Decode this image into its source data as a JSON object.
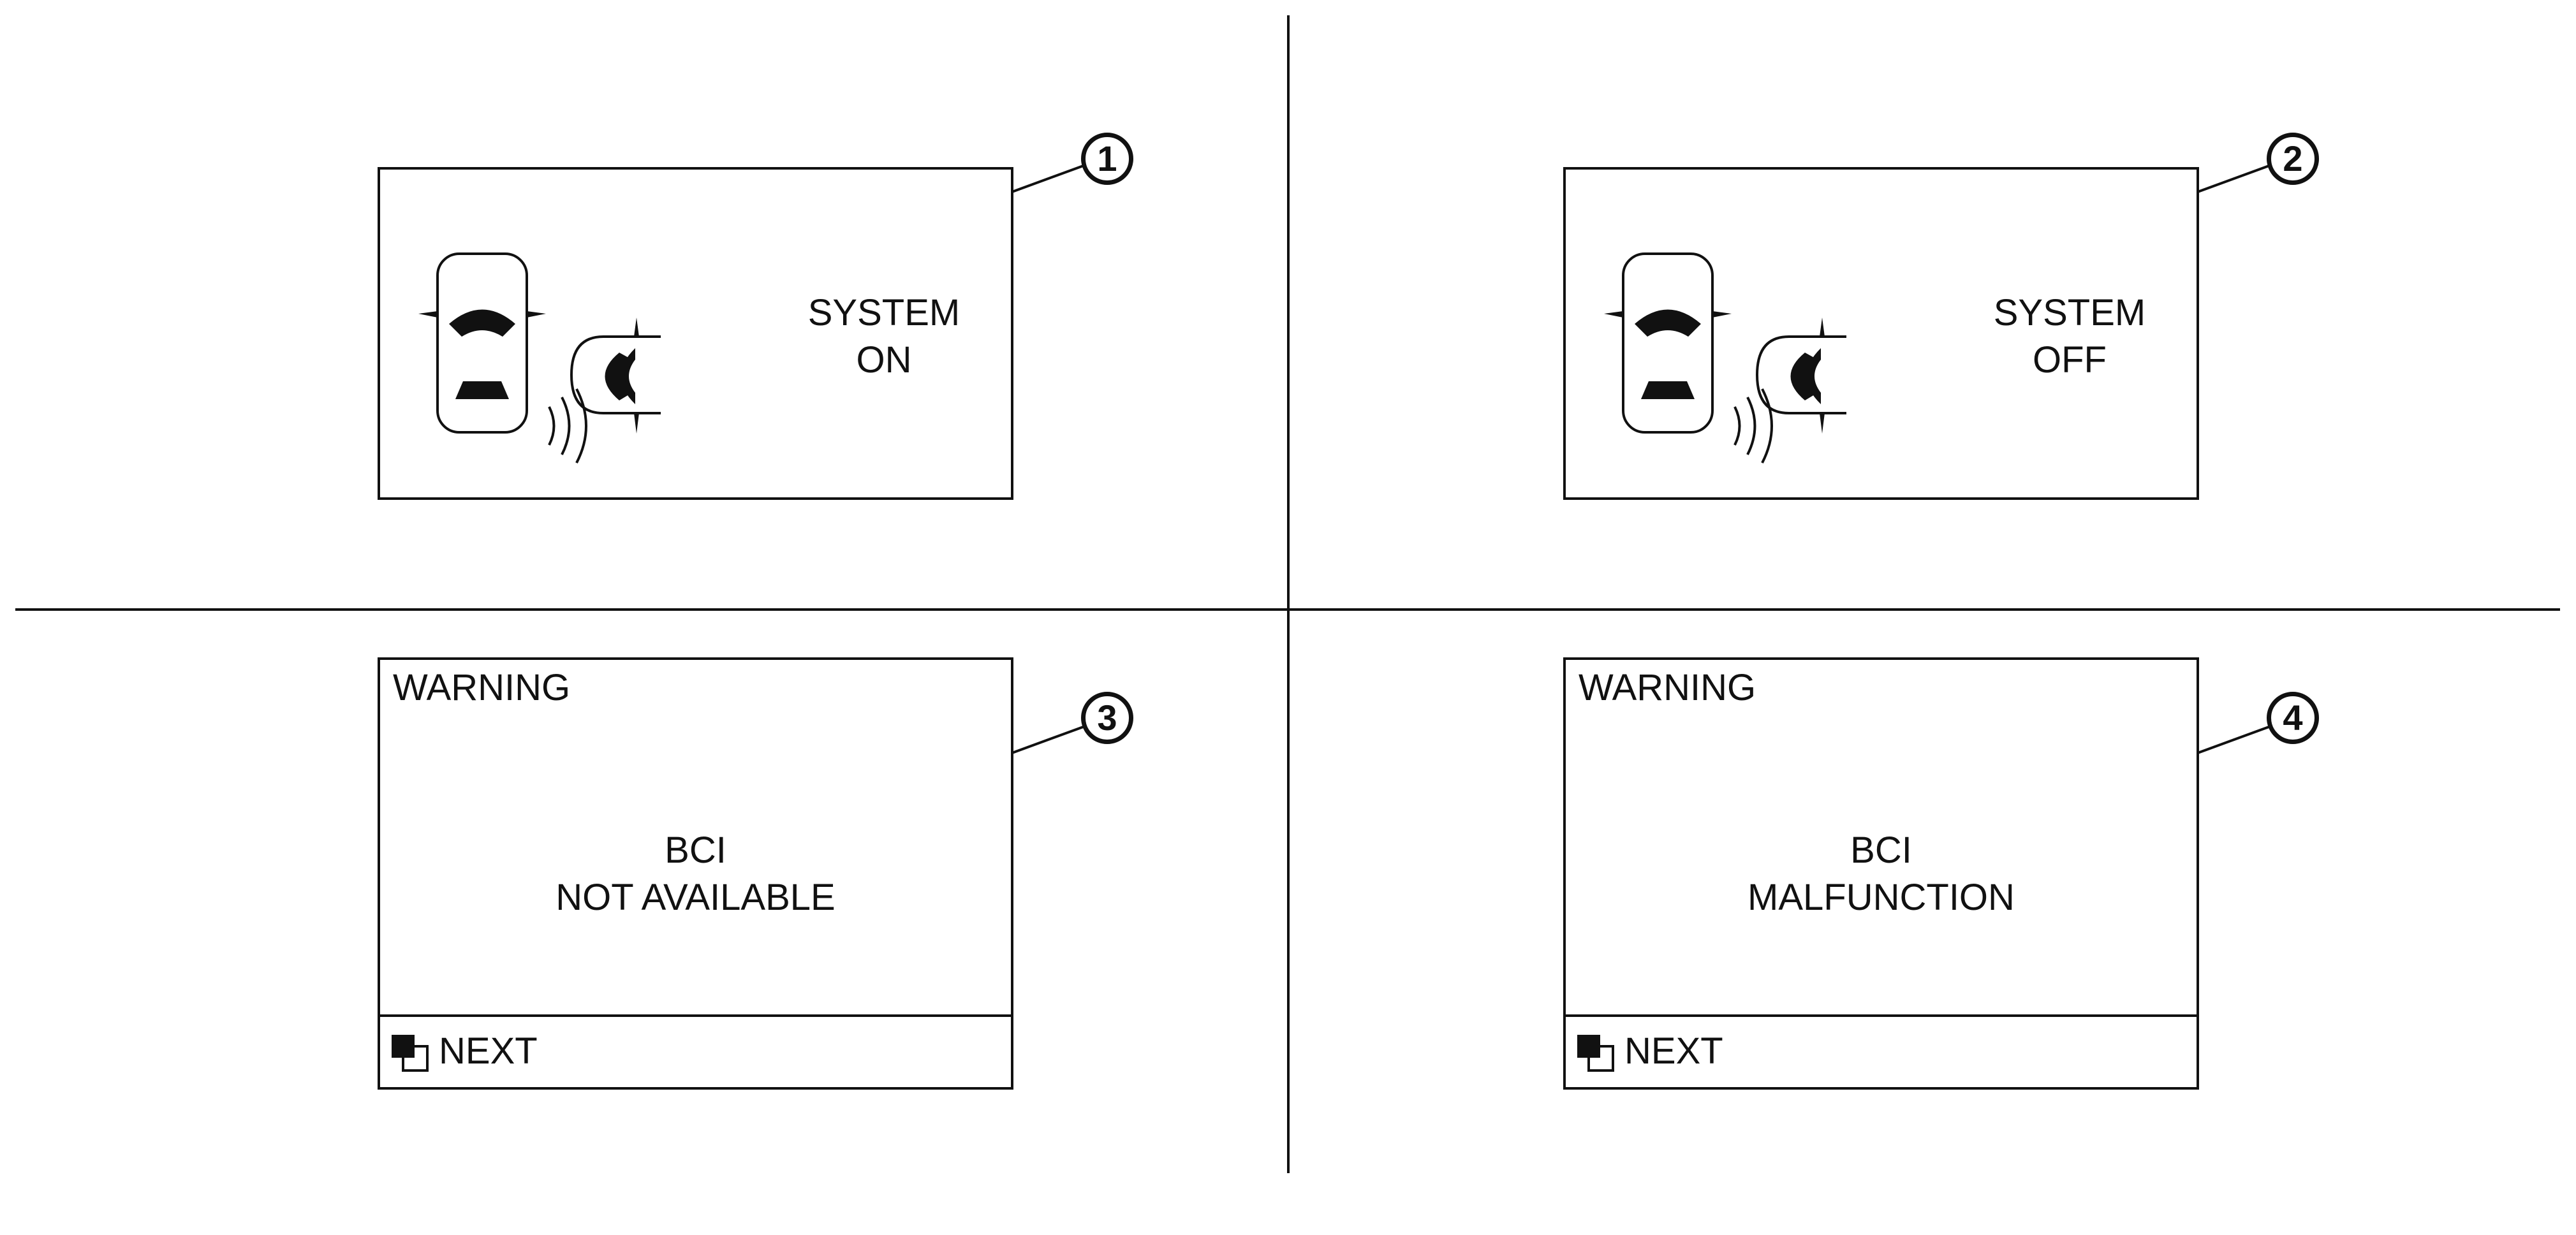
{
  "panels": [
    {
      "id": 1,
      "badge": "1",
      "type": "status",
      "line1": "SYSTEM",
      "line2": "ON",
      "icon": "bci-vehicle-sensor-icon"
    },
    {
      "id": 2,
      "badge": "2",
      "type": "status",
      "line1": "SYSTEM",
      "line2": "OFF",
      "icon": "bci-vehicle-sensor-icon"
    },
    {
      "id": 3,
      "badge": "3",
      "type": "warning",
      "header": "WARNING",
      "line1": "BCI",
      "line2": "NOT AVAILABLE",
      "footer_label": "NEXT",
      "footer_icon": "next-switch-icon"
    },
    {
      "id": 4,
      "badge": "4",
      "type": "warning",
      "header": "WARNING",
      "line1": "BCI",
      "line2": "MALFUNCTION",
      "footer_label": "NEXT",
      "footer_icon": "next-switch-icon"
    }
  ]
}
